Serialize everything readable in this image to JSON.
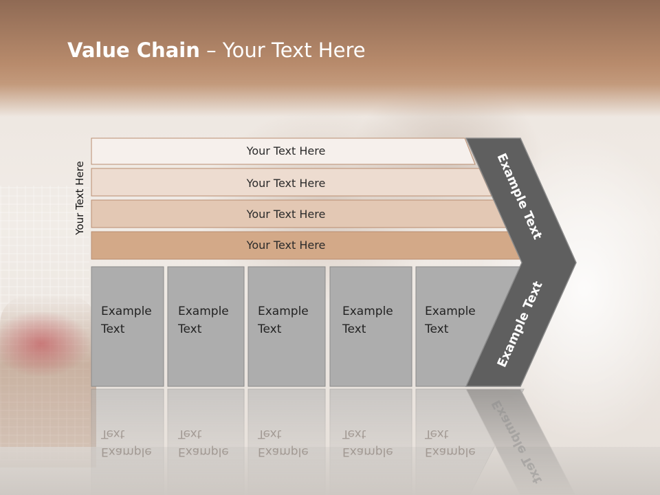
{
  "title": {
    "bold": "Value Chain",
    "rest": " – Your Text Here"
  },
  "side_label": "Your Text Here",
  "rows": [
    {
      "label": "Your Text Here",
      "fill": "#f6f0ec"
    },
    {
      "label": "Your Text Here",
      "fill": "#eddcd0"
    },
    {
      "label": "Your Text Here",
      "fill": "#e3c8b4"
    },
    {
      "label": "Your Text Here",
      "fill": "#d3a988"
    }
  ],
  "columns": [
    {
      "line1": "Example",
      "line2": "Text"
    },
    {
      "line1": "Example",
      "line2": "Text"
    },
    {
      "line1": "Example",
      "line2": "Text"
    },
    {
      "line1": "Example",
      "line2": "Text"
    },
    {
      "line1": "Example",
      "line2": "Text"
    }
  ],
  "chevron": {
    "upper_label": "Example Text",
    "lower_label": "Example Text"
  },
  "colors": {
    "header": "#b88b6c",
    "row_border": "#b98d70",
    "column_fill": "#adadad",
    "chevron_fill": "#5f5f5f",
    "chevron_border": "#8a8a8a"
  }
}
